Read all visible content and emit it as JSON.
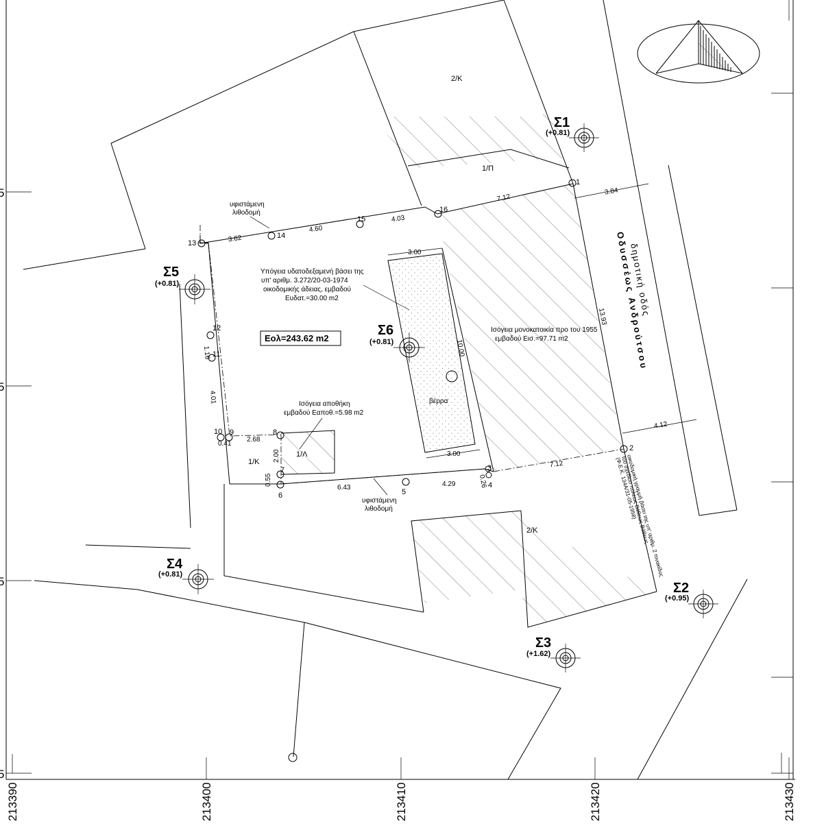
{
  "frame": {
    "x_ticks": [
      "213390",
      "213400",
      "213410",
      "213420",
      "213430"
    ],
    "y_ticks": [
      "5",
      "5",
      "5",
      "5"
    ]
  },
  "hatch_labels": {
    "upper_2k": "2/Κ",
    "upper_1p": "1/Π",
    "lower_2k": "2/Κ",
    "small_1k": "1/Κ",
    "small_1l": "1/Λ"
  },
  "points": [
    {
      "id": "1"
    },
    {
      "id": "2"
    },
    {
      "id": "3"
    },
    {
      "id": "4"
    },
    {
      "id": "5"
    },
    {
      "id": "6"
    },
    {
      "id": "7"
    },
    {
      "id": "8"
    },
    {
      "id": "9"
    },
    {
      "id": "10"
    },
    {
      "id": "11"
    },
    {
      "id": "12"
    },
    {
      "id": "13"
    },
    {
      "id": "14"
    },
    {
      "id": "15"
    },
    {
      "id": "16"
    }
  ],
  "dimensions": [
    "7.12",
    "3.84",
    "13.93",
    "4.12",
    "7.12",
    "4.29",
    "6.43",
    "0.55",
    "2.00",
    "2.68",
    "0.41",
    "4.01",
    "1.16",
    "4.60",
    "4.03",
    "3.62",
    "3.00",
    "10.00",
    "3.00",
    "0.26"
  ],
  "stations": [
    {
      "name": "Σ1",
      "elev": "(+0.81)"
    },
    {
      "name": "Σ2",
      "elev": "(+0.95)"
    },
    {
      "name": "Σ3",
      "elev": "(+1.62)"
    },
    {
      "name": "Σ4",
      "elev": "(+0.81)"
    },
    {
      "name": "Σ5",
      "elev": "(+0.81)"
    },
    {
      "name": "Σ6",
      "elev": "(+0.81)"
    }
  ],
  "labels": {
    "existing_wall_top_1": "υφιστάμενη",
    "existing_wall_top_2": "λιθοδομή",
    "existing_wall_bottom_1": "υφιστάμενη",
    "existing_wall_bottom_2": "λιθοδομή",
    "tank_1": "Υπόγεια υδατοδεξαμενή βάσει της",
    "tank_2": "υπ' αριθμ. 3.272/20-03-1974",
    "tank_3": "οικοδομικής άδειας, εμβαδού",
    "tank_4": "Ευδατ.=30.00 m2",
    "house_1": "Ισόγεια μονοκατοικία προ του 1955",
    "house_2": "εμβαδού Εισ.=97.71 m2",
    "storage_1": "Ισόγεια αποθήκη",
    "storage_2": "εμβαδού Εαποθ.=5.98 m2",
    "area_box": "Εολ=243.62 m2",
    "well": "βέρρα",
    "street_1": "δημοτική οδός",
    "street_2": "Οδυσσέως Ανδρούτσου",
    "bldg_line_1": "οικοδομική γραμμή βάσει της υπ' αριθμ. 2 πινακίδος",
    "bldg_line_2": "του σχεδίου πόλεως Βάθεως Βάθεως",
    "bldg_line_3": "(Φ.Ε.Κ. 134Α/31-05-1958)"
  }
}
